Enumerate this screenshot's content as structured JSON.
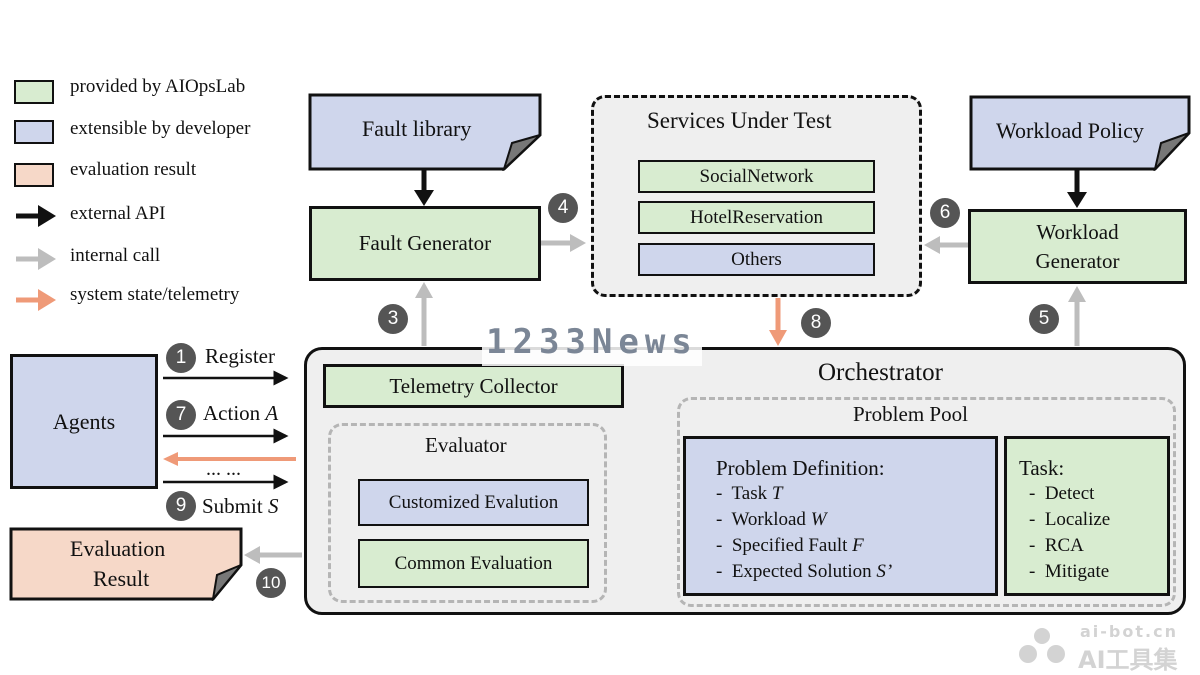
{
  "legend": {
    "provided": "provided by AIOpsLab",
    "extensible": "extensible by developer",
    "evaluation": "evaluation result",
    "external_api": "external API",
    "internal_call": "internal call",
    "telemetry": "system state/telemetry"
  },
  "colors": {
    "green": "#d8ecd0",
    "blue": "#cfd6ec",
    "peach": "#f6d8c8",
    "gray": "#efefef",
    "black_arrow": "#111111",
    "gray_arrow": "#bdbdbd",
    "orange_arrow": "#ef9a78",
    "badge": "#555555"
  },
  "nodes": {
    "fault_library": "Fault library",
    "fault_generator": "Fault Generator",
    "services_title": "Services Under Test",
    "social_network": "SocialNetwork",
    "hotel_reservation": "HotelReservation",
    "others": "Others",
    "workload_policy": "Workload Policy",
    "workload_generator_line1": "Workload",
    "workload_generator_line2": "Generator",
    "agents": "Agents",
    "evaluation_result_line1": "Evaluation",
    "evaluation_result_line2": "Result",
    "orchestrator": "Orchestrator",
    "telemetry_collector": "Telemetry Collector",
    "evaluator": "Evaluator",
    "customized_evaluation": "Customized Evalution",
    "common_evaluation": "Common Evaluation",
    "problem_pool": "Problem Pool",
    "problem_definition": {
      "title": "Problem Definition:",
      "items": [
        {
          "prefix": "-  ",
          "text": "Task ",
          "var": "T"
        },
        {
          "prefix": "-  ",
          "text": "Workload ",
          "var": "W"
        },
        {
          "prefix": "-  ",
          "text": "Specified Fault ",
          "var": "F"
        },
        {
          "prefix": "-  ",
          "text": "Expected Solution ",
          "var": "S’"
        }
      ]
    },
    "task": {
      "title": "Task:",
      "items": [
        "-  Detect",
        "-  Localize",
        "-  RCA",
        "-  Mitigate"
      ]
    }
  },
  "edges": {
    "register": "Register",
    "action": "Action ",
    "action_var": "A",
    "ellipsis": "... ...",
    "submit": "Submit ",
    "submit_var": "S"
  },
  "badges": {
    "b1": "1",
    "b3": "3",
    "b4": "4",
    "b5": "5",
    "b6": "6",
    "b7": "7",
    "b8": "8",
    "b9": "9",
    "b10": "10"
  },
  "watermarks": {
    "news": "1233News",
    "site": "ai-bot.cn",
    "brand": "AI工具集"
  }
}
